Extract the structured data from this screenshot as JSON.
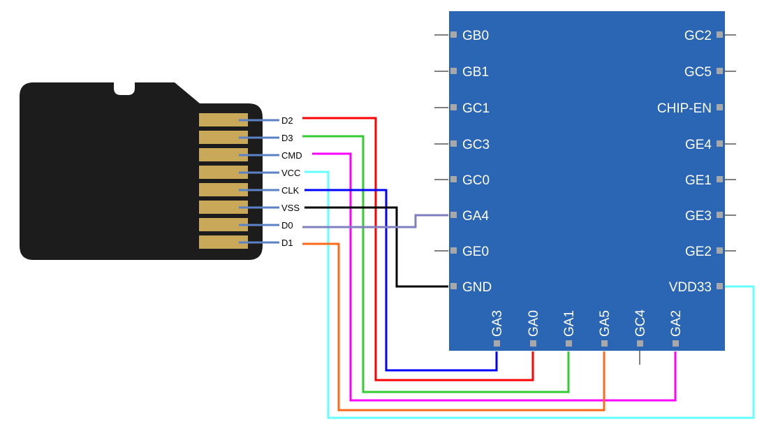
{
  "module": {
    "left_pins": [
      "GB0",
      "GB1",
      "GC1",
      "GC3",
      "GC0",
      "GA4",
      "GE0",
      "GND"
    ],
    "right_pins": [
      "GC2",
      "GC5",
      "CHIP-EN",
      "GE4",
      "GE1",
      "GE3",
      "GE2",
      "VDD33"
    ],
    "bottom_pins": [
      "GA3",
      "GA0",
      "GA1",
      "GA5",
      "GC4",
      "GA2"
    ],
    "color": "#2B66B4"
  },
  "sd_card": {
    "signals": [
      "D2",
      "D3",
      "CMD",
      "VCC",
      "CLK",
      "VSS",
      "D0",
      "D1"
    ],
    "body_color": "#1c1c1c",
    "contact_color": "#c9a85a"
  },
  "connections": [
    {
      "from": "D2",
      "to": "GA0",
      "color": "#ff0000"
    },
    {
      "from": "D3",
      "to": "GA1",
      "color": "#33cc33"
    },
    {
      "from": "CMD",
      "to": "GA2",
      "color": "#ff00ff"
    },
    {
      "from": "VCC",
      "to": "VDD33",
      "color": "#66ffff"
    },
    {
      "from": "CLK",
      "to": "GA3",
      "color": "#0000ff"
    },
    {
      "from": "VSS",
      "to": "GND",
      "color": "#000000"
    },
    {
      "from": "D0",
      "to": "GA4",
      "color": "#7f7fc0"
    },
    {
      "from": "D1",
      "to": "GA5",
      "color": "#ff6a1a"
    }
  ]
}
